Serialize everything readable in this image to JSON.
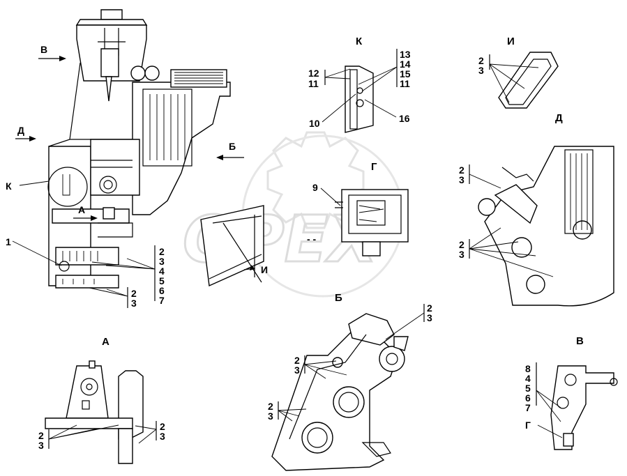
{
  "watermark": {
    "text": "ОРЕХ"
  },
  "views": {
    "a": "А",
    "b": "Б",
    "v": "В",
    "g": "Г",
    "d": "Д",
    "k": "К",
    "i": "И"
  },
  "main_view": {
    "arrow_v": "В",
    "arrow_d": "Д",
    "arrow_b": "Б",
    "arrow_a": "А",
    "label_k": "К",
    "label_i": "И",
    "callout_1": "1",
    "group_right": [
      "2",
      "3",
      "4",
      "5",
      "6",
      "7"
    ],
    "group_bottom": [
      "2",
      "3"
    ]
  },
  "view_k": {
    "left_top": "12",
    "left_bottom": "11",
    "bottom_left": "10",
    "right_group": [
      "13",
      "14",
      "15",
      "11"
    ],
    "bottom_right": "16"
  },
  "view_i": {
    "group": [
      "2",
      "3"
    ]
  },
  "view_d": {
    "group_top": [
      "2",
      "3"
    ],
    "group_mid": [
      "2",
      "3"
    ]
  },
  "view_g": {
    "callout": "9"
  },
  "view_b": {
    "group_top": [
      "2",
      "3"
    ],
    "group_left": [
      "2",
      "3"
    ],
    "group_bottom": [
      "2",
      "3"
    ]
  },
  "view_a": {
    "group_left": [
      "2",
      "3"
    ],
    "group_right": [
      "2",
      "3"
    ]
  },
  "view_v": {
    "group": [
      "8",
      "4",
      "5",
      "6",
      "7"
    ],
    "callout_g": "Г"
  }
}
